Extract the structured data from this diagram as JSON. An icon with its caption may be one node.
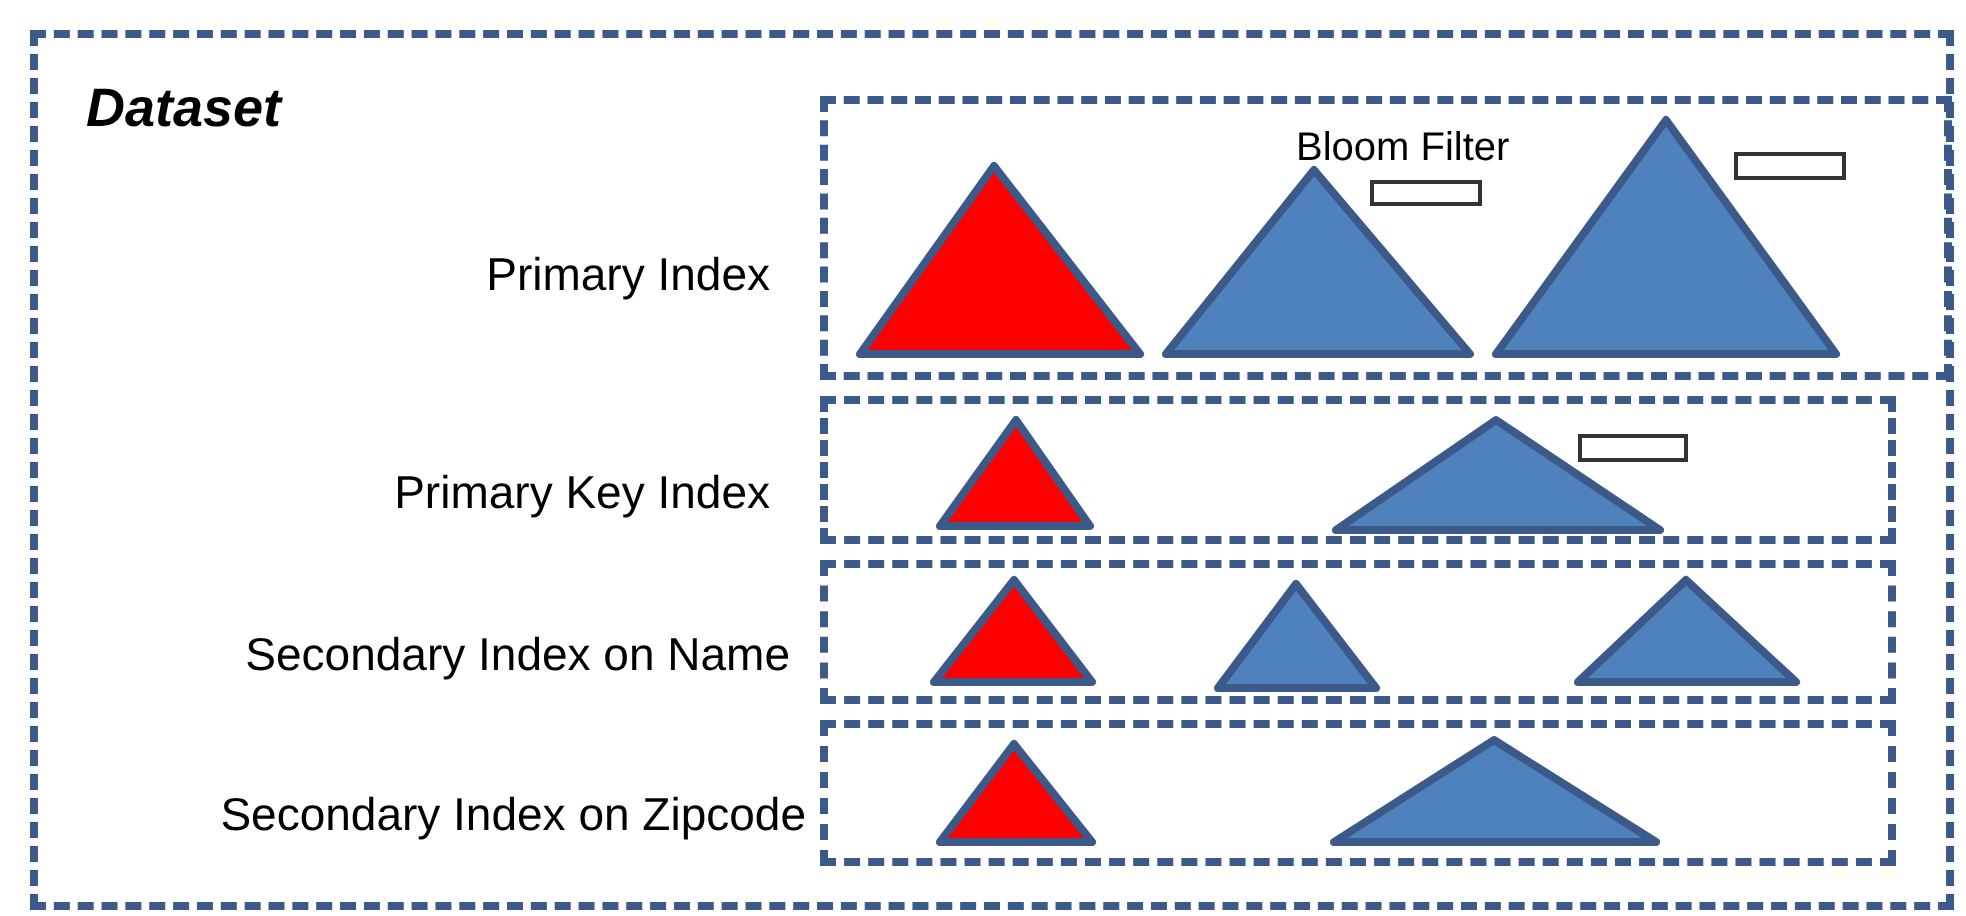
{
  "diagram": {
    "nodes": [
      {
        "text": [
          "Dataset"
        ]
      },
      {
        "text": [
          "Primary Index"
        ],
        "in": 0
      },
      {
        "text": [
          "Primary Key Index"
        ],
        "in": 0
      },
      {
        "text": [
          "Secondary Index on Name"
        ],
        "in": 0
      },
      {
        "text": [
          "Secondary Index on Zipcode"
        ],
        "in": 0
      }
    ],
    "edges": [],
    "labels": [
      "Bloom Filter"
    ]
  }
}
